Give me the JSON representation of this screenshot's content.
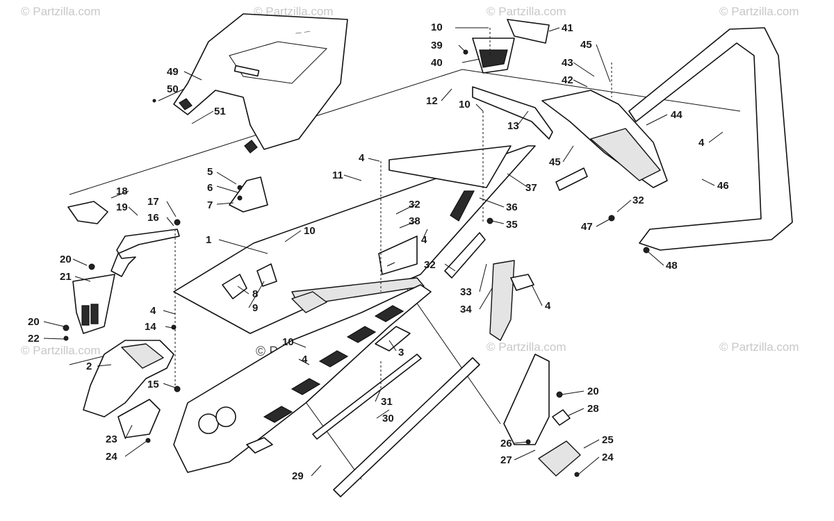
{
  "watermarks": {
    "tl": "© Partzilla.com",
    "tc1": "© Partzilla.com",
    "tc2": "© Partzilla.com",
    "tr": "© Partzilla.com",
    "ml": "© Partzilla.com",
    "mr": "© Partzilla.com",
    "mr2": "© Partzilla.com",
    "center": "© Partzilla.com"
  },
  "callouts": {
    "c1": "1",
    "c2": "2",
    "c3": "3",
    "c4a": "4",
    "c4b": "4",
    "c4c": "4",
    "c4d": "4",
    "c4e": "4",
    "c5": "5",
    "c6": "6",
    "c7": "7",
    "c8": "8",
    "c9": "9",
    "c10a": "10",
    "c10b": "10",
    "c10c": "10",
    "c10d": "10",
    "c11": "11",
    "c12": "12",
    "c13": "13",
    "c14": "14",
    "c15": "15",
    "c16": "16",
    "c17": "17",
    "c18": "18",
    "c19": "19",
    "c20a": "20",
    "c20b": "20",
    "c20c": "20",
    "c21": "21",
    "c22": "22",
    "c23": "23",
    "c24a": "24",
    "c24b": "24",
    "c25": "25",
    "c26": "26",
    "c27": "27",
    "c28": "28",
    "c29": "29",
    "c30": "30",
    "c31": "31",
    "c32a": "32",
    "c32b": "32",
    "c32c": "32",
    "c33": "33",
    "c34": "34",
    "c35": "35",
    "c36": "36",
    "c37": "37",
    "c38": "38",
    "c39": "39",
    "c40": "40",
    "c41": "41",
    "c42": "42",
    "c43": "43",
    "c44": "44",
    "c45a": "45",
    "c45b": "45",
    "c46": "46",
    "c47": "47",
    "c48": "48",
    "c49": "49",
    "c50": "50",
    "c51": "51"
  }
}
